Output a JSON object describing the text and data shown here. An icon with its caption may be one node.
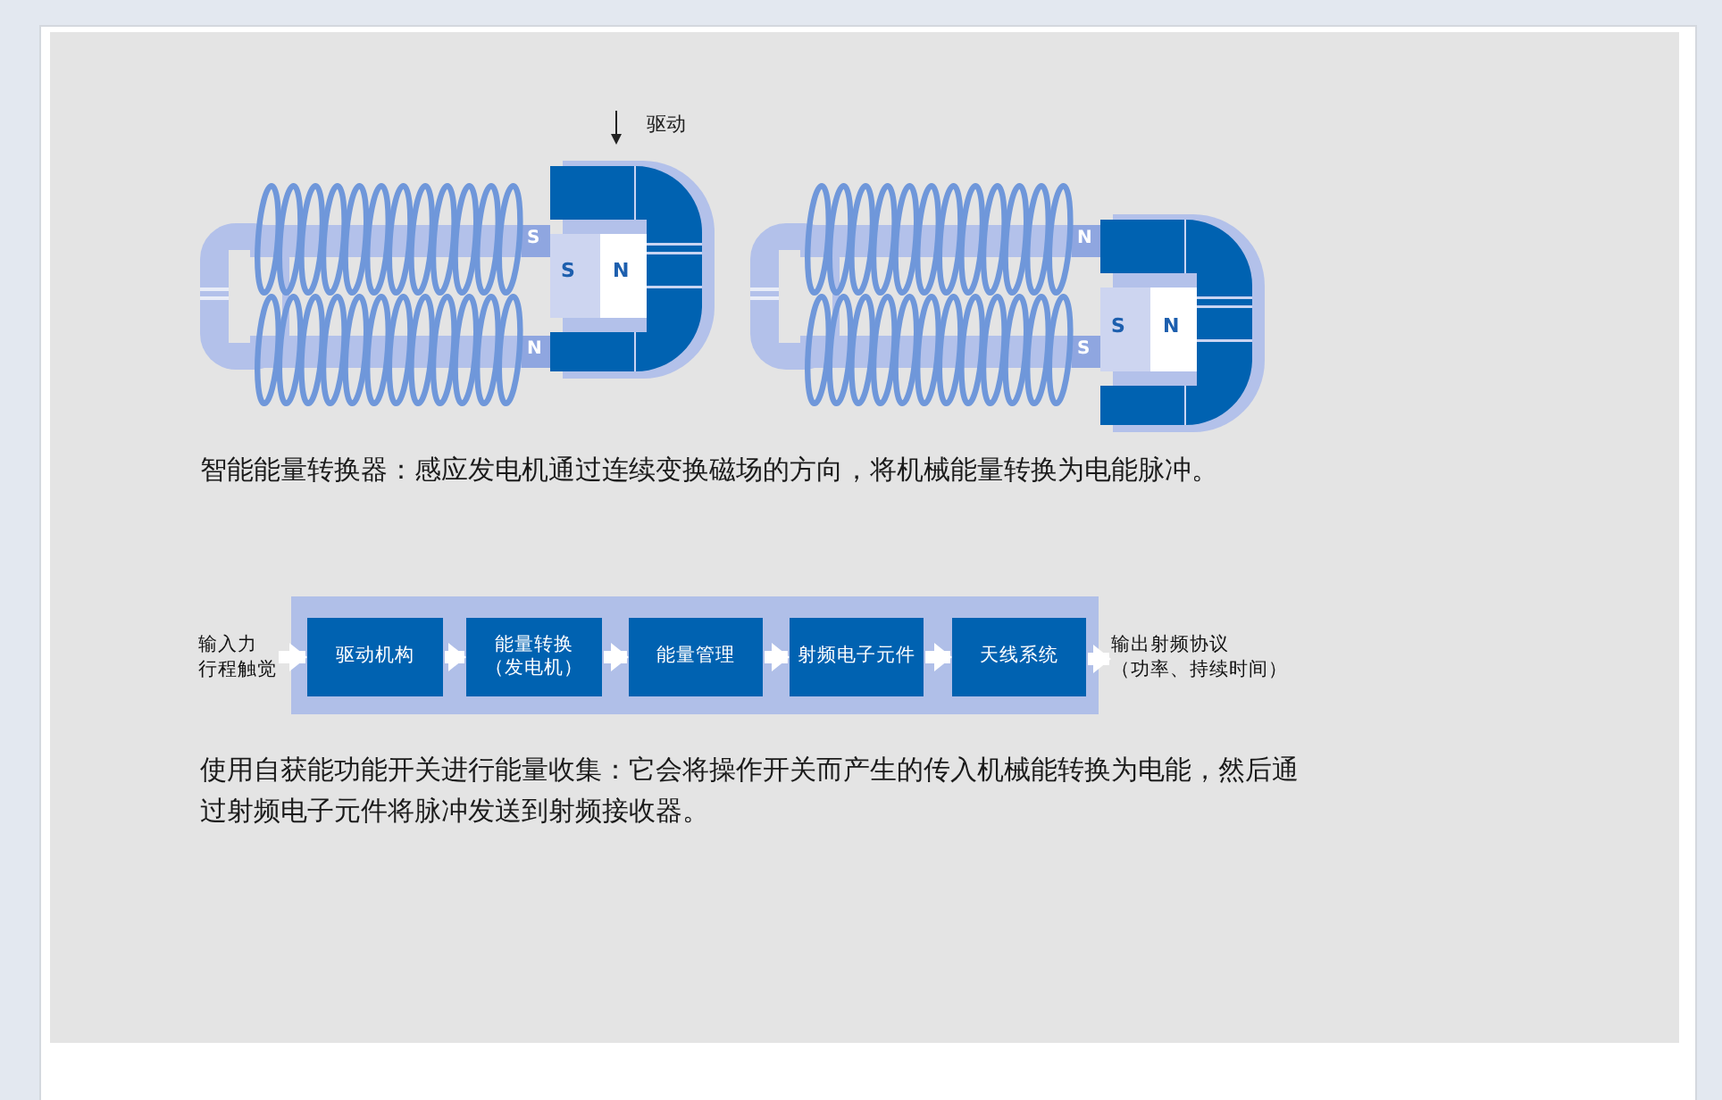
{
  "diagram": {
    "nodes": [
      {
        "text": [],
        "shape": "box"
      },
      {
        "text": [
          "驱动机构"
        ],
        "in": 0
      },
      {
        "text": [
          "能量转换（发电机）"
        ],
        "in": 0
      },
      {
        "text": [
          "能量管理"
        ],
        "in": 0
      },
      {
        "text": [
          "射频电子元件"
        ],
        "in": 0
      },
      {
        "text": [
          "天线系统"
        ],
        "in": 0
      },
      {
        "text": [
          "输入力",
          "行程触觉"
        ]
      },
      {
        "text": [
          "输出射频协议",
          "（功率、持续时间）"
        ]
      }
    ],
    "edges": [
      {
        "from": 6,
        "to": 1,
        "arrow": "to"
      },
      {
        "from": 1,
        "to": 2,
        "arrow": "to"
      },
      {
        "from": 2,
        "to": 3,
        "arrow": "to"
      },
      {
        "from": 3,
        "to": 4,
        "arrow": "to"
      },
      {
        "from": 4,
        "to": 5,
        "arrow": "to"
      },
      {
        "from": 5,
        "to": 7,
        "arrow": "to"
      }
    ],
    "labels": [
      "驱动",
      "S",
      "S",
      "N",
      "N",
      "N",
      "S",
      "N",
      "S",
      "智能能量转换器：感应发电机通过连续变换磁场的方向，将机械能量转换为电能脉冲。",
      "使用自获能功能开关进行能量收集：它会将操作开关而产生的传入机械能转换为电能，然后通过射频电子元件将脉冲发送到射频接收器。"
    ]
  }
}
